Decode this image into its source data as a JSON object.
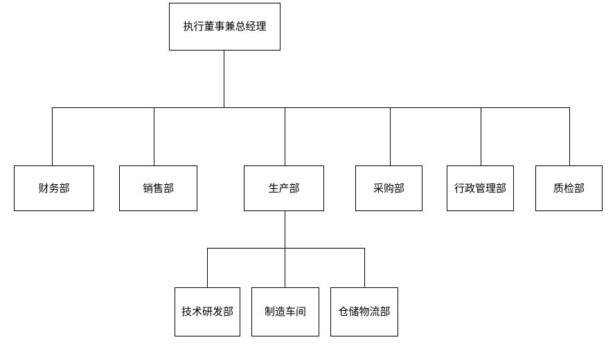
{
  "diagram": {
    "type": "org-chart",
    "background_color": "#ffffff",
    "node_fill_color": "#ffffff",
    "node_border_color": "#000000",
    "connector_color": "#000000",
    "text_color": "#000000",
    "nodes": [
      {
        "id": "executive-director-general-manager",
        "label": "执行董事兼总经理",
        "level": 1,
        "parent": null
      },
      {
        "id": "finance-dept",
        "label": "财务部",
        "level": 2,
        "parent": "executive-director-general-manager"
      },
      {
        "id": "sales-dept",
        "label": "销售部",
        "level": 2,
        "parent": "executive-director-general-manager"
      },
      {
        "id": "production-dept",
        "label": "生产部",
        "level": 2,
        "parent": "executive-director-general-manager"
      },
      {
        "id": "procurement-dept",
        "label": "采购部",
        "level": 2,
        "parent": "executive-director-general-manager"
      },
      {
        "id": "administration-management-dept",
        "label": "行政管理部",
        "level": 2,
        "parent": "executive-director-general-manager"
      },
      {
        "id": "quality-inspection-dept",
        "label": "质检部",
        "level": 2,
        "parent": "executive-director-general-manager"
      },
      {
        "id": "technology-rnd-dept",
        "label": "技术研发部",
        "level": 3,
        "parent": "production-dept"
      },
      {
        "id": "manufacturing-workshop",
        "label": "制造车间",
        "level": 3,
        "parent": "production-dept"
      },
      {
        "id": "warehouse-logistics-dept",
        "label": "仓储物流部",
        "level": 3,
        "parent": "production-dept"
      }
    ]
  }
}
